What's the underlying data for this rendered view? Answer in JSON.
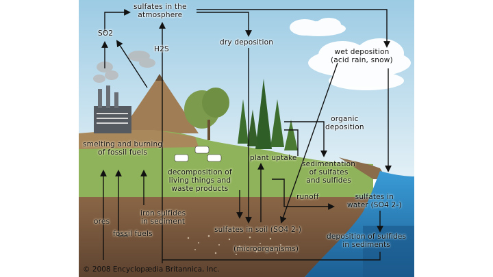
{
  "labels": {
    "atmosphere": [
      "sulfates in the",
      "atmosphere"
    ],
    "so2": "SO2",
    "h2s": "H2S",
    "dry_deposition": "dry deposition",
    "wet_deposition": [
      "wet deposition",
      "(acid rain, snow)"
    ],
    "organic_deposition": [
      "organic",
      "deposition"
    ],
    "smelting": [
      "smelting and burning",
      "of fossil fuels"
    ],
    "plant_uptake": "plant uptake",
    "sedimentation": [
      "sedimentation",
      "of sulfates",
      "and sulfides"
    ],
    "decomposition": [
      "decomposition of",
      "living things and",
      "waste products"
    ],
    "runoff": "runoff",
    "sulfates_water": [
      "sulfates in",
      "water (SO4 2-)"
    ],
    "iron_sulfides": [
      "iron sulfides",
      "in sediment"
    ],
    "ores": "ores",
    "fossil_fuels": "fossil fuels",
    "sulfates_soil": "sulfates in soil (SO4 2-)",
    "microorganisms": "(microorganisms)",
    "deposition_sediments": [
      "deposition of sulfides",
      "in sediments"
    ]
  },
  "credit": "© 2008 Encyclopædia Britannica, Inc.",
  "colors": {
    "sky": "#cfe6f2",
    "soil": "#7a5a3e",
    "water": "#3d8fc7",
    "grass": "#8fb35a",
    "arrow": "#111111"
  }
}
